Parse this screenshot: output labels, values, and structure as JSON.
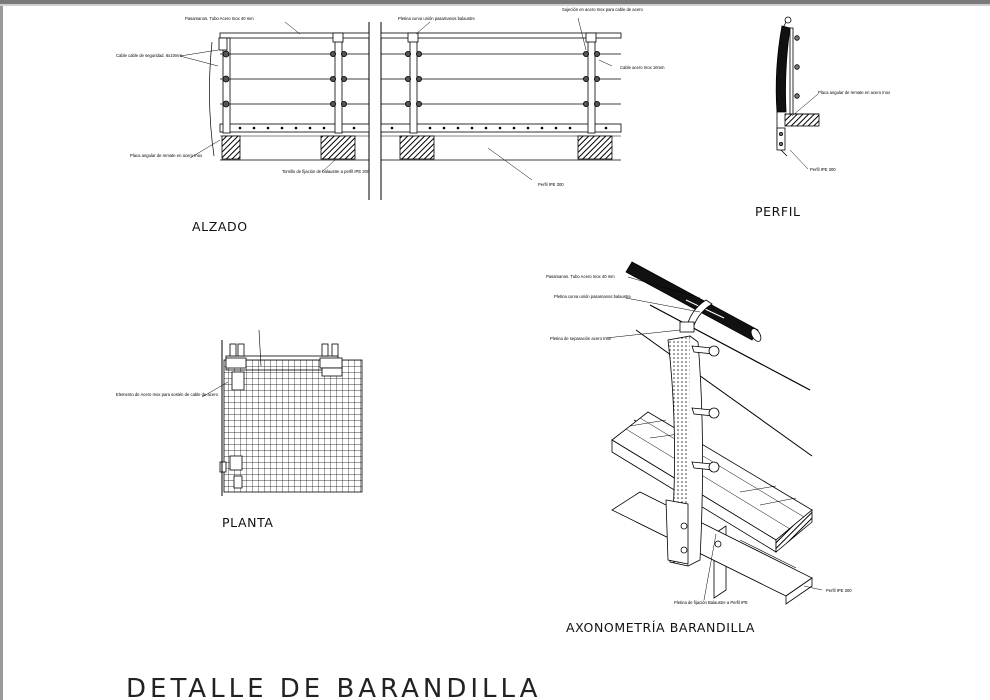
{
  "views": {
    "alzado": "ALZADO",
    "perfil": "PERFIL",
    "planta": "PLANTA",
    "axonometria": "AXONOMETRÍA BARANDILLA"
  },
  "title": "DETALLE DE BARANDILLA",
  "annotations": {
    "alzado": {
      "pasamanos": "Pasamanos. Tubo Acero Inox 40 mm",
      "pletina_curva": "Pletina curva unión pasamanos balaustre",
      "sujecion": "Sujeción en acero Inox para cable de acero",
      "cable_seguridad": "Cable cable de seguridad. 6x10mm",
      "cable_acero": "Cable acero Inox 10mm",
      "placa_angular": "Placa angular de remate en acero Inox",
      "tornillo": "Tornillo de fijación de balaustre a perfil IPE 300",
      "perfil_ipe": "Perfil IPE 300"
    },
    "perfil": {
      "placa_angular": "Placa angular de remate en acero Inox",
      "perfil_ipe": "Perfil IPE 300"
    },
    "planta": {
      "elemento": "Elemento de Acero Inox para sostén de cable de acero"
    },
    "axonometria": {
      "pasamanos": "Pasamanos. Tubo Acero Inox 40 mm",
      "pletina_curva": "Pletina curva unión pasamanos balaustre",
      "pletina_separacion": "Pletina de separación acero Inox",
      "pletina_fijacion": "Pletina de fijación Balaustre a Perfil IPE",
      "perfil_ipe": "Perfil IPE 300"
    }
  }
}
